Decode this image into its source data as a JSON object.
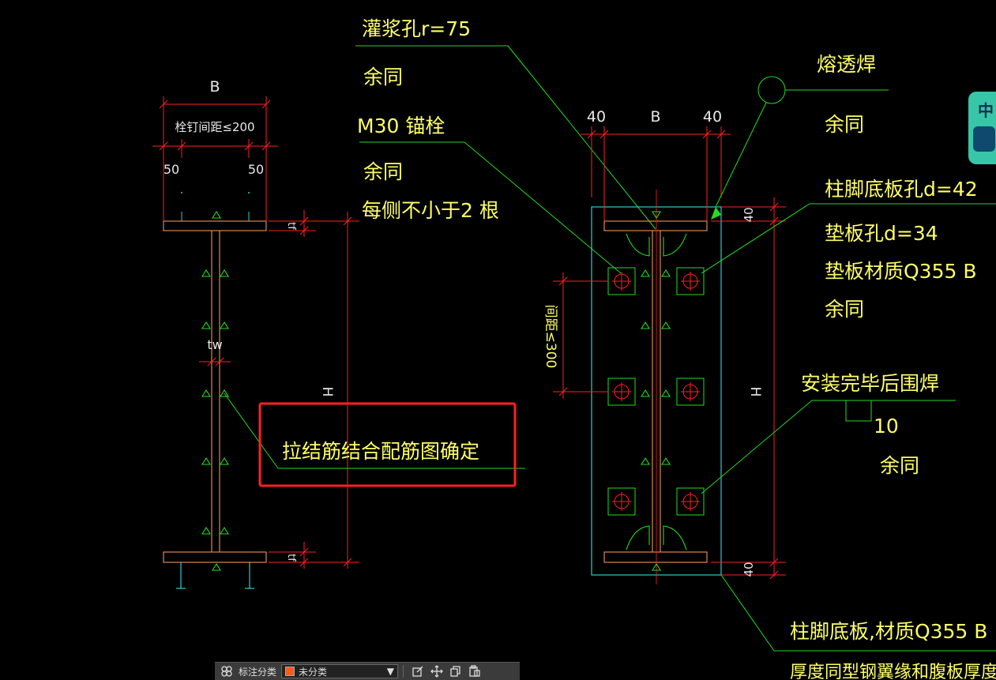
{
  "canvas": {
    "background": "#000000",
    "colors": {
      "yellow_text": "#ffff66",
      "red_dim": "#ff2020",
      "green_leader": "#22dd22",
      "cyan": "#33cccc",
      "orange_beam": "#d88850"
    }
  },
  "left_view": {
    "dim_top": "B",
    "dim_bolt_spacing": "栓钉间距≤200",
    "dim_left_50": "50",
    "dim_right_50": "50",
    "dim_tw": "tw",
    "dim_tf_top": "tf",
    "dim_tf_bottom": "tf",
    "dim_h": "H"
  },
  "center_notes": {
    "grout_hole": "灌浆孔r=75",
    "grout_same": "余同",
    "anchor": "M30 锚栓",
    "anchor_same": "余同",
    "anchor_count": "每侧不小于2 根",
    "tie_bar": "拉结筋结合配筋图确定"
  },
  "right_view": {
    "dim_40_left": "40",
    "dim_b": "B",
    "dim_40_right": "40",
    "dim_40_top": "40",
    "dim_40_bottom": "40",
    "dim_h": "H",
    "dim_spacing": "间距≤300",
    "weld_full_pen": "熔透焊",
    "weld_same": "余同",
    "base_hole": "柱脚底板孔d=42",
    "pad_hole": "垫板孔d=34",
    "pad_material": "垫板材质Q355 B",
    "pad_same": "余同",
    "install_weld": "安装完毕后围焊",
    "weld_size": "10",
    "install_same": "余同",
    "base_plate": "柱脚底板,材质Q355 B",
    "bottom_cut_text": "厚度同型钢翼缘和腹板厚度较大者"
  },
  "toolbar": {
    "label": "标注分类",
    "select_value": "未分类",
    "icons": [
      "cluster-icon",
      "edit-icon",
      "move-icon",
      "copy-icon",
      "paste-icon"
    ]
  },
  "side_widget": {
    "text": "中"
  }
}
